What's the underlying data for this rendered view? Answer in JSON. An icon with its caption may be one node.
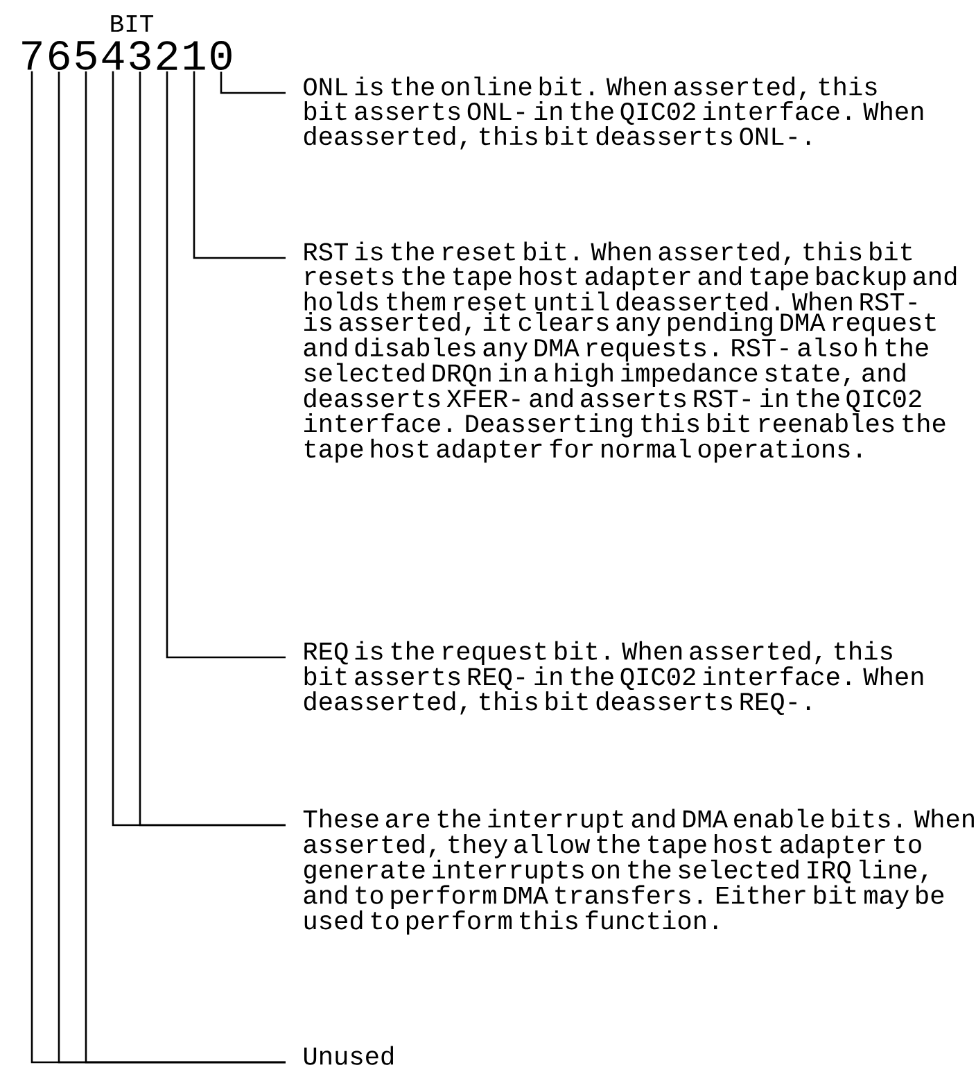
{
  "diagram": {
    "nodes": [
      {
        "text": [
          "7"
        ]
      },
      {
        "text": [
          "6"
        ]
      },
      {
        "text": [
          "5"
        ]
      },
      {
        "text": [
          "4"
        ]
      },
      {
        "text": [
          "3"
        ]
      },
      {
        "text": [
          "2"
        ]
      },
      {
        "text": [
          "1"
        ]
      },
      {
        "text": [
          "0"
        ]
      },
      {
        "text": [
          "ONL is the online bit. When asserted, this bit asserts ONL- in the QIC02 interface. When deasserted, this bit deasserts ONL-."
        ]
      },
      {
        "text": [
          "RST is the reset bit. When asserted, this bit resets the tape host adapter and tape backup and holds them reset until deasserted. When RST- is asserted, it clears any pending DMA request and disables any DMA requests. RST- also h the selected DRQn in a high impedance state, and deasserts XFER- and asserts RST- in the QIC02 interface. Deasserting this bit reenables the tape host adapter for normal operations."
        ]
      },
      {
        "text": [
          "REQ is the request bit. When asserted, this bit asserts REQ- in the QIC02 interface. When deasserted, this bit deasserts REQ-."
        ]
      },
      {
        "text": [
          "These are the interrupt and DMA enable bits. When asserted, they allow the tape host adapter to generate interrupts on the selected IRQ line, and to perform DMA transfers. Either bit may be used to perform this function."
        ]
      },
      {
        "text": [
          "Unused"
        ]
      }
    ],
    "edges": [
      {
        "from": 7,
        "to": 8,
        "arrow": "none"
      },
      {
        "from": 6,
        "to": 9,
        "arrow": "none"
      },
      {
        "from": 5,
        "to": 10,
        "arrow": "none"
      },
      {
        "from": 4,
        "to": 11,
        "arrow": "none"
      },
      {
        "from": 3,
        "to": 11,
        "arrow": "none"
      },
      {
        "from": 2,
        "to": 12,
        "arrow": "none"
      },
      {
        "from": 1,
        "to": 12,
        "arrow": "none"
      },
      {
        "from": 0,
        "to": 12,
        "arrow": "none"
      }
    ],
    "labels": [
      "BIT"
    ]
  }
}
